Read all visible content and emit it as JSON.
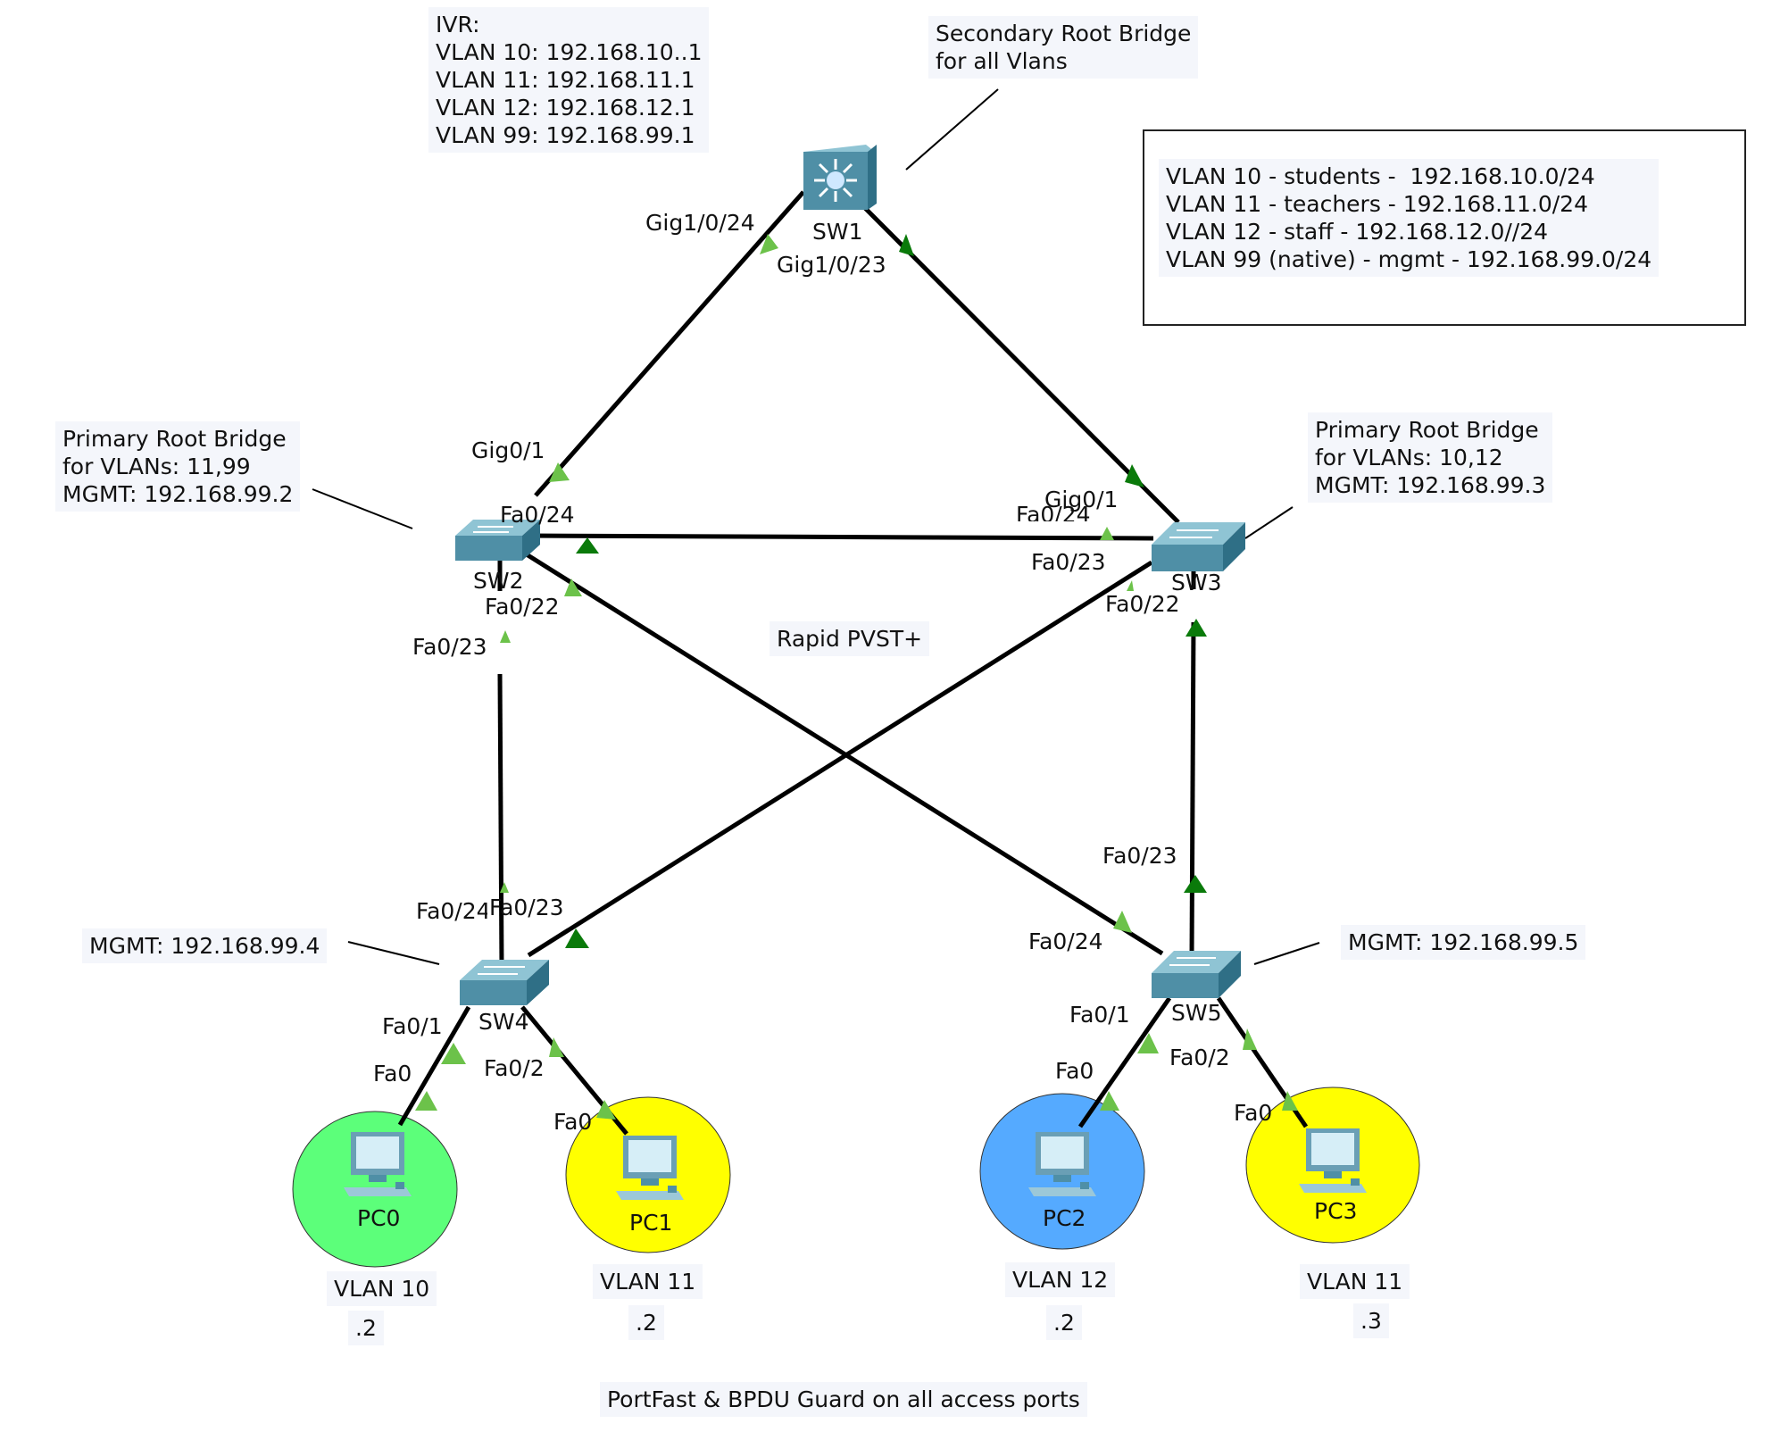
{
  "notes": {
    "ivr": "IVR:\nVLAN 10: 192.168.10..1\nVLAN 11: 192.168.11.1\nVLAN 12: 192.168.12.1\nVLAN 99: 192.168.99.1",
    "secondary_root": "Secondary Root Bridge\nfor all Vlans",
    "vlan_legend": "VLAN 10 - students -  192.168.10.0/24\nVLAN 11 - teachers - 192.168.11.0/24\nVLAN 12 - staff - 192.168.12.0//24\nVLAN 99 (native) - mgmt - 192.168.99.0/24",
    "sw2_info": "Primary Root Bridge\nfor VLANs: 11,99\nMGMT: 192.168.99.2",
    "sw3_info": "Primary Root Bridge\nfor VLANs: 10,12\nMGMT: 192.168.99.3",
    "sw4_mgmt": "MGMT: 192.168.99.4",
    "sw5_mgmt": "MGMT: 192.168.99.5",
    "protocol": "Rapid PVST+",
    "portfast": "PortFast & BPDU Guard on all access ports"
  },
  "devices": {
    "sw1": "SW1",
    "sw2": "SW2",
    "sw3": "SW3",
    "sw4": "SW4",
    "sw5": "SW5",
    "pc0": "PC0",
    "pc1": "PC1",
    "pc2": "PC2",
    "pc3": "PC3"
  },
  "pcs": [
    {
      "name": "PC0",
      "vlan": "VLAN 10",
      "host": ".2",
      "color": "#5cff7a"
    },
    {
      "name": "PC1",
      "vlan": "VLAN 11",
      "host": ".2",
      "color": "#ffff00"
    },
    {
      "name": "PC2",
      "vlan": "VLAN 12",
      "host": ".2",
      "color": "#55aaff"
    },
    {
      "name": "PC3",
      "vlan": "VLAN 11",
      "host": ".3",
      "color": "#ffff00"
    }
  ],
  "ports": {
    "sw1_g24": "Gig1/0/24",
    "sw1_g23": "Gig1/0/23",
    "sw2_g1": "Gig0/1",
    "sw2_f24": "Fa0/24",
    "sw2_f22": "Fa0/22",
    "sw2_f23": "Fa0/23",
    "sw3_f24": "Fa0/24",
    "sw3_g1": "Gig0/1",
    "sw3_f23": "Fa0/23",
    "sw3_f22": "Fa0/22",
    "sw4_f24": "Fa0/24",
    "sw4_f23": "Fa0/23",
    "sw4_f1": "Fa0/1",
    "sw4_f2": "Fa0/2",
    "pc0_fa0": "Fa0",
    "pc1_fa0": "Fa0",
    "sw5_f23": "Fa0/23",
    "sw5_f24": "Fa0/24",
    "sw5_f1": "Fa0/1",
    "sw5_f2": "Fa0/2",
    "pc2_fa0": "Fa0",
    "pc3_fa0": "Fa0"
  },
  "colors": {
    "link": "#000000",
    "port_up": "#6cc24a",
    "port_root": "#0a7a0a",
    "switch_top": "#8fc4d4",
    "switch_side": "#4f8fa6",
    "note_bg": "#f4f6fb"
  }
}
